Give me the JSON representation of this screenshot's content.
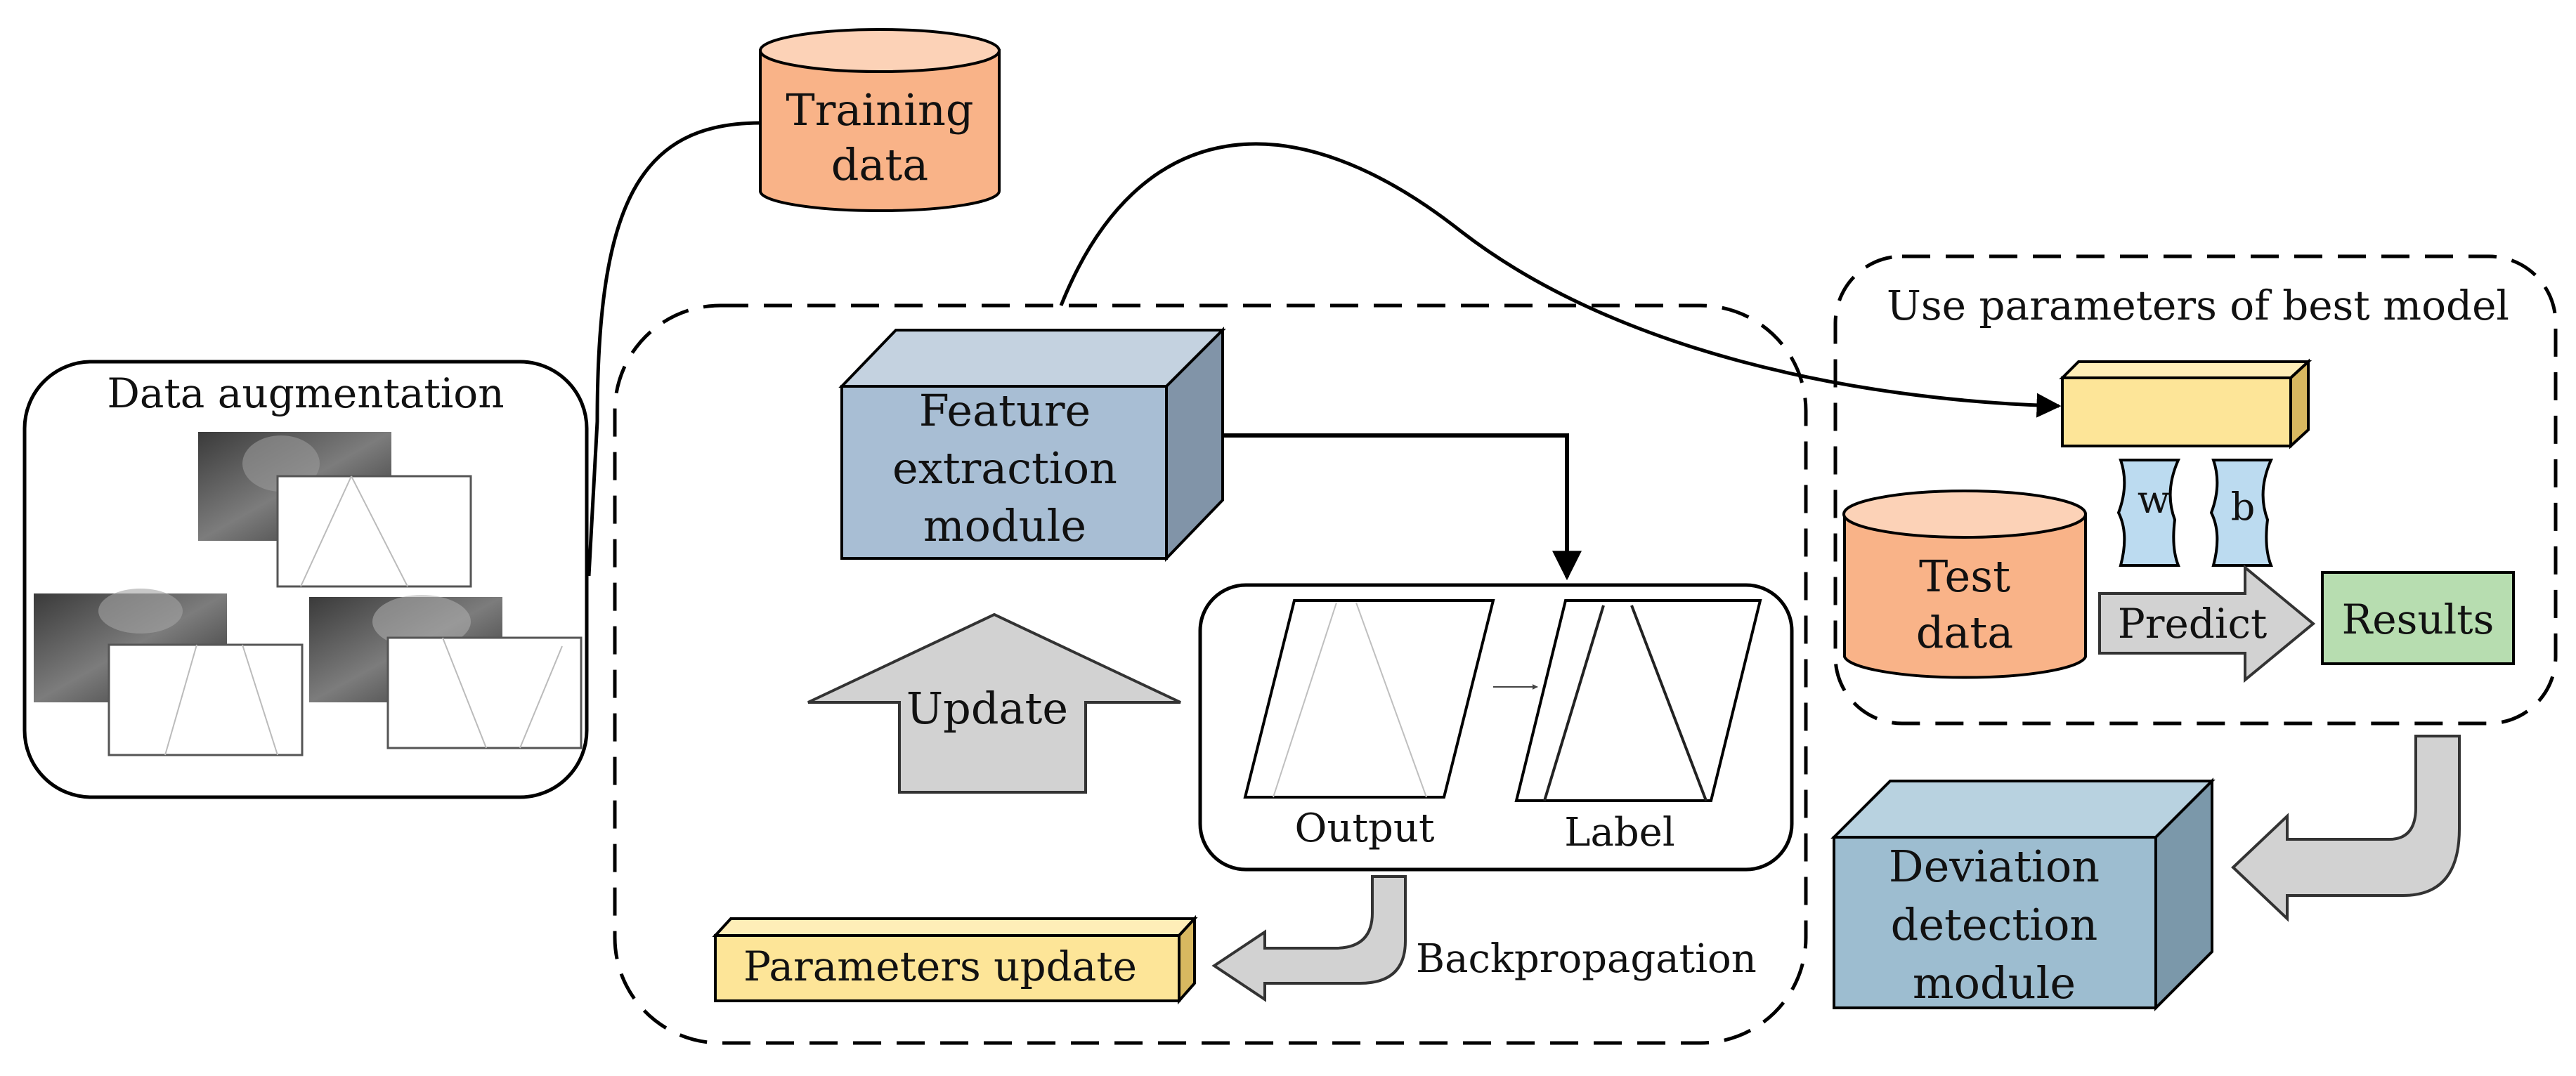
{
  "training_data": {
    "line1": "Training",
    "line2": "data"
  },
  "data_augmentation": {
    "title": "Data augmentation"
  },
  "feature_extraction": {
    "line1": "Feature",
    "line2": "extraction",
    "line3": "module"
  },
  "update_arrow": {
    "label": "Update"
  },
  "output_panel": {
    "output_label": "Output",
    "label_label": "Label"
  },
  "parameters_update": {
    "label": "Parameters update"
  },
  "backpropagation": {
    "label": "Backpropagation"
  },
  "best_model": {
    "title": "Use parameters of best model"
  },
  "weights": {
    "w": "w",
    "b": "b"
  },
  "test_data": {
    "line1": "Test",
    "line2": "data"
  },
  "predict": {
    "label": "Predict"
  },
  "results": {
    "label": "Results"
  },
  "deviation_detection": {
    "line1": "Deviation",
    "line2": "detection",
    "line3": "module"
  },
  "colors": {
    "orange_fill": "#F9B388",
    "orange_top": "#FCD2B7",
    "blue_front": "#A8BED4",
    "blue_top": "#C4D2E0",
    "blue_side": "#8194A8",
    "teal_front": "#9DBDD0",
    "teal_top": "#B8D2E0",
    "teal_side": "#7B98AA",
    "yellow_front": "#FDE598",
    "yellow_top": "#FEEEB8",
    "yellow_side": "#D8B860",
    "gray_arrow": "#D2D2D2",
    "green_box": "#B7DDB0",
    "light_blue": "#BCDBF0"
  }
}
